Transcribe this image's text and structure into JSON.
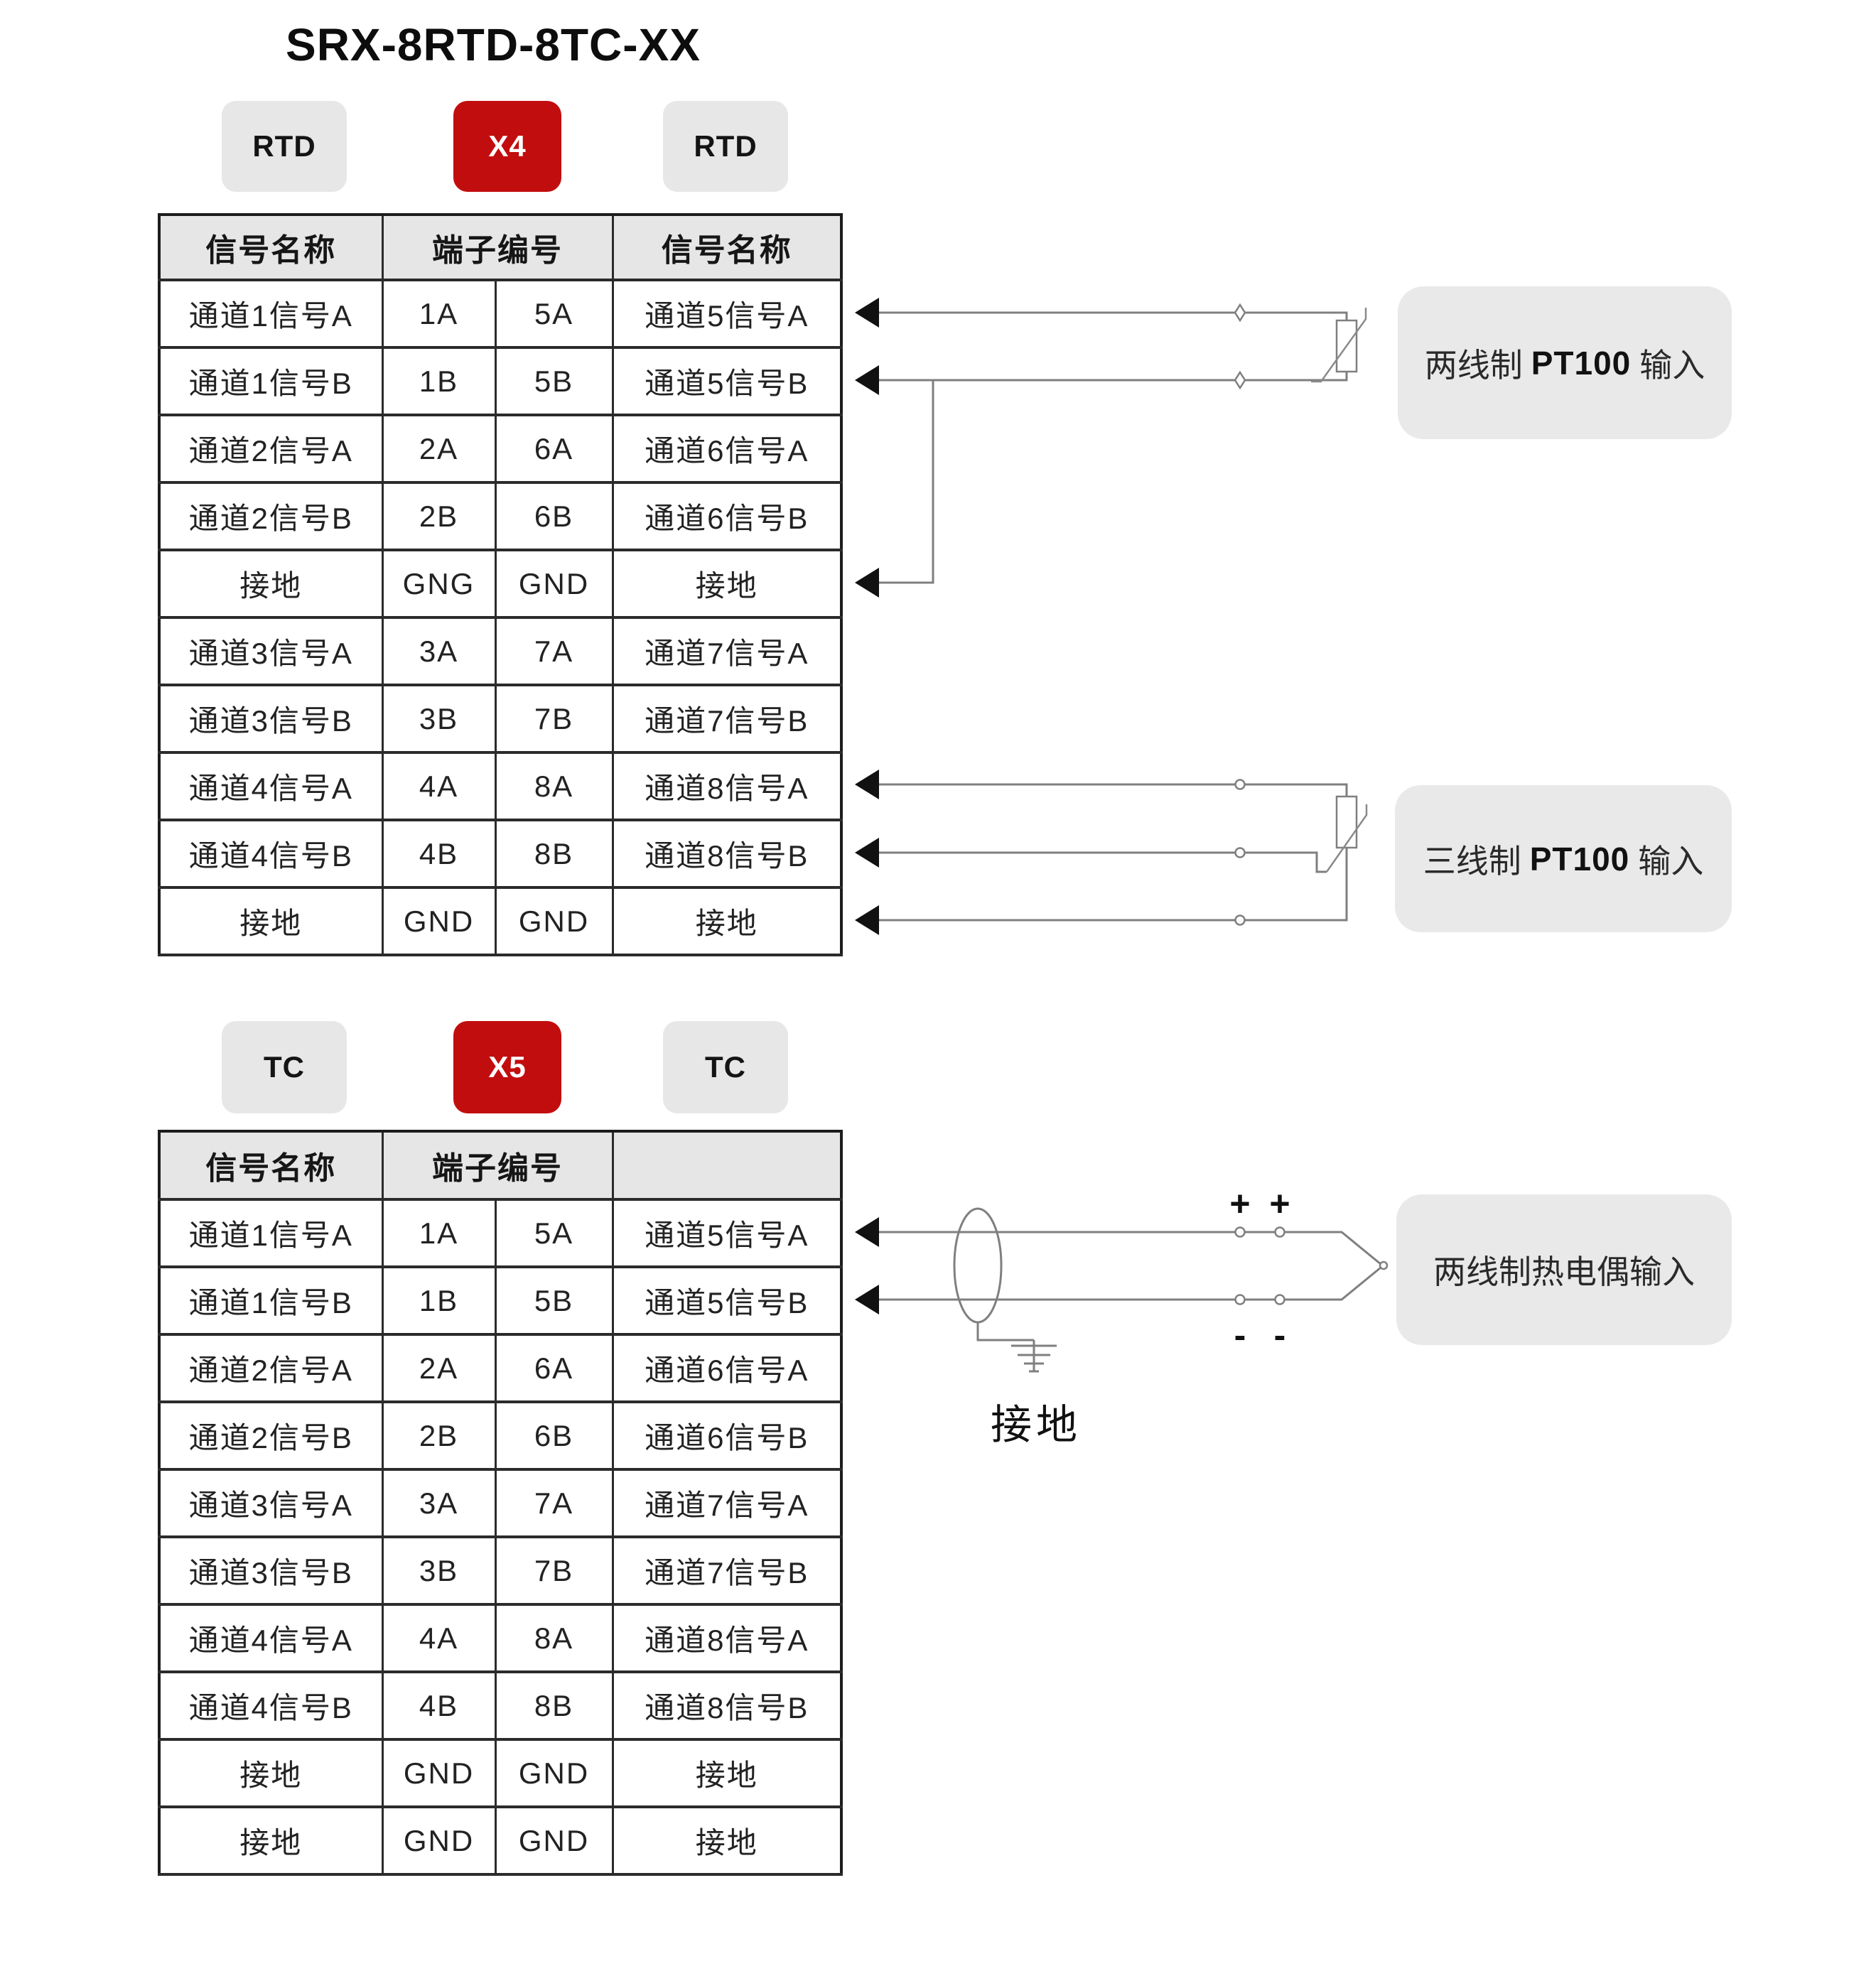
{
  "title": "SRX-8RTD-8TC-XX",
  "rtd_section": {
    "badge_left": "RTD",
    "badge_center": "X4",
    "badge_right": "RTD",
    "headers": {
      "signal_left": "信号名称",
      "terminal": "端子编号",
      "signal_right": "信号名称"
    },
    "rows": [
      [
        "通道1信号A",
        "1A",
        "5A",
        "通道5信号A"
      ],
      [
        "通道1信号B",
        "1B",
        "5B",
        "通道5信号B"
      ],
      [
        "通道2信号A",
        "2A",
        "6A",
        "通道6信号A"
      ],
      [
        "通道2信号B",
        "2B",
        "6B",
        "通道6信号B"
      ],
      [
        "接地",
        "GNG",
        "GND",
        "接地"
      ],
      [
        "通道3信号A",
        "3A",
        "7A",
        "通道7信号A"
      ],
      [
        "通道3信号B",
        "3B",
        "7B",
        "通道7信号B"
      ],
      [
        "通道4信号A",
        "4A",
        "8A",
        "通道8信号A"
      ],
      [
        "通道4信号B",
        "4B",
        "8B",
        "通道8信号B"
      ],
      [
        "接地",
        "GND",
        "GND",
        "接地"
      ]
    ]
  },
  "tc_section": {
    "badge_left": "TC",
    "badge_center": "X5",
    "badge_right": "TC",
    "headers": {
      "signal_left": "信号名称",
      "terminal": "端子编号",
      "signal_right": ""
    },
    "rows": [
      [
        "通道1信号A",
        "1A",
        "5A",
        "通道5信号A"
      ],
      [
        "通道1信号B",
        "1B",
        "5B",
        "通道5信号B"
      ],
      [
        "通道2信号A",
        "2A",
        "6A",
        "通道6信号A"
      ],
      [
        "通道2信号B",
        "2B",
        "6B",
        "通道6信号B"
      ],
      [
        "通道3信号A",
        "3A",
        "7A",
        "通道7信号A"
      ],
      [
        "通道3信号B",
        "3B",
        "7B",
        "通道7信号B"
      ],
      [
        "通道4信号A",
        "4A",
        "8A",
        "通道8信号A"
      ],
      [
        "通道4信号B",
        "4B",
        "8B",
        "通道8信号B"
      ],
      [
        "接地",
        "GND",
        "GND",
        "接地"
      ],
      [
        "接地",
        "GND",
        "GND",
        "接地"
      ]
    ]
  },
  "annotations": {
    "pt100_2wire": {
      "prefix": "两线制",
      "model": "PT100",
      "suffix": "输入"
    },
    "pt100_3wire": {
      "prefix": "三线制",
      "model": "PT100",
      "suffix": "输入"
    },
    "tc_input": {
      "label": "两线制热电偶输入"
    },
    "ground_label": "接地",
    "plus_sign": "+",
    "minus_sign": "-"
  },
  "colors": {
    "connector_red": "#c20d0e",
    "badge_gray": "#e7e7e7",
    "note_box_gray": "#e9e9e9",
    "table_header_gray": "#e6e6e6",
    "wire_gray": "#7f7f7f",
    "arrow_black": "#111111",
    "text_dark": "#1a1a1a"
  }
}
